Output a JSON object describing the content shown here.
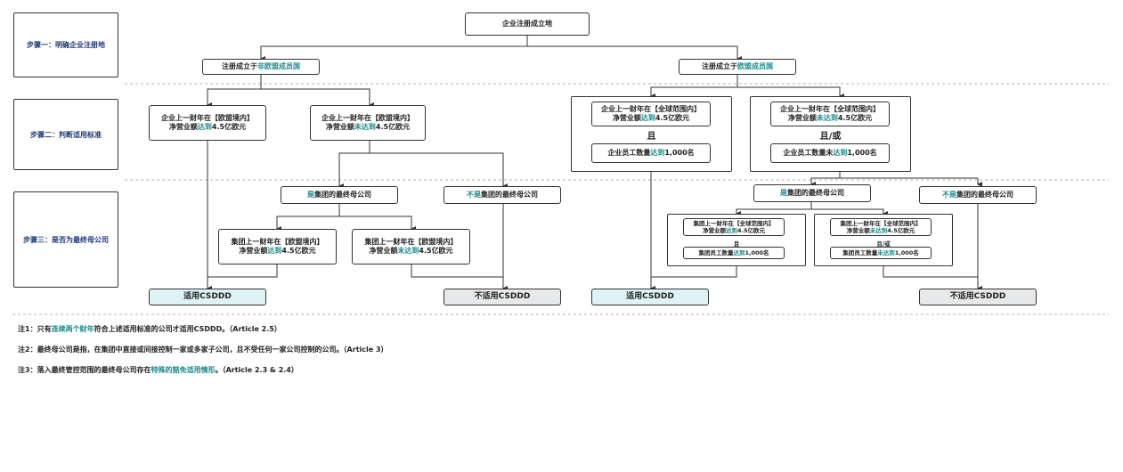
{
  "steps": {
    "step1": "步骤一：明确企业注册地",
    "step2": "步骤二：判断适用标准",
    "step3": "步骤三：是否为最终母公司"
  },
  "root": "企业注册成立地",
  "non_eu": {
    "prefix": "注册成立于",
    "highlight": "非欧盟成员国"
  },
  "eu": {
    "prefix": "注册成立于",
    "highlight": "欧盟成员国"
  },
  "nonEuMet": {
    "line1": "企业上一财年在【欧盟境内】",
    "line2a": "净营业额",
    "hl": "达到",
    "line2b": "4.5亿欧元"
  },
  "nonEuNotMet": {
    "line1": "企业上一财年在【欧盟境内】",
    "line2a": "净营业额",
    "hl": "未达到",
    "line2b": "4.5亿欧元"
  },
  "euMet": {
    "line1": "企业上一财年在【全球范围内】",
    "line2a": "净营业额",
    "hl": "达到",
    "line2b": "4.5亿欧元",
    "conj": "且",
    "emp_a": "企业员工数量",
    "emp_hl": "达到",
    "emp_b": "1,000名"
  },
  "euNotMet": {
    "line1": "企业上一财年在【全球范围内】",
    "line2a": "净营业额",
    "hl": "未达到",
    "line2b": "4.5亿欧元",
    "conj": "且/或",
    "emp_a": "企业员工数量未",
    "emp_hl": "达到",
    "emp_b": "1,000名"
  },
  "isParentL": {
    "hl": "是",
    "rest": "集团的最终母公司"
  },
  "notParentL": {
    "hl": "不是",
    "rest": "集团的最终母公司"
  },
  "isParentR": {
    "hl": "是",
    "rest": "集团的最终母公司"
  },
  "notParentR": {
    "hl": "不是",
    "rest": "集团的最终母公司"
  },
  "grpMetL": {
    "line1": "集团上一财年在【欧盟境内】",
    "line2a": "净营业额",
    "hl": "达到",
    "line2b": "4.5亿欧元"
  },
  "grpNotMetL": {
    "line1": "集团上一财年在【欧盟境内】",
    "line2a": "净营业额",
    "hl": "未达到",
    "line2b": "4.5亿欧元"
  },
  "grpMetR": {
    "line1": "集团上一财年在【全球范围内】",
    "line2a": "净营业额",
    "hl": "达到",
    "line2b": "4.5亿欧元",
    "conj": "且",
    "emp_a": "集团员工数量",
    "emp_hl": "达到",
    "emp_b": "1,000名"
  },
  "grpNotMetR": {
    "line1": "集团上一财年在【全球范围内】",
    "line2a": "净营业额",
    "hl": "未达到",
    "line2b": "4.5亿欧元",
    "conj": "且/或",
    "emp_a": "集团员工数量",
    "emp_hl": "未达到",
    "emp_b": "1,000名"
  },
  "outcomes": {
    "applies": "适用CSDDD",
    "notapplies": "不适用CSDDD"
  },
  "notes": {
    "n1": {
      "a": "注1：只有",
      "hl": "连续两个财年",
      "b": "符合上述适用标准的公司才适用CSDDD。（Article 2.5）"
    },
    "n2": {
      "a": "注2：最终母公司是指，在集团中直接或间接控制一家或多家子公司，且不受任何一家公司控制的公司。（Article 3）"
    },
    "n3": {
      "a": "注3：落入最终管控范围的最终母公司存在",
      "hl": "特殊的豁免适用情形",
      "b": "。（Article 2.3 & 2.4）"
    }
  },
  "colors": {
    "teal": "#1a8a8a",
    "step_text": "#1f3b7a",
    "applies_fill": "#def3f5",
    "notapplies_fill": "#e7e8e9"
  }
}
